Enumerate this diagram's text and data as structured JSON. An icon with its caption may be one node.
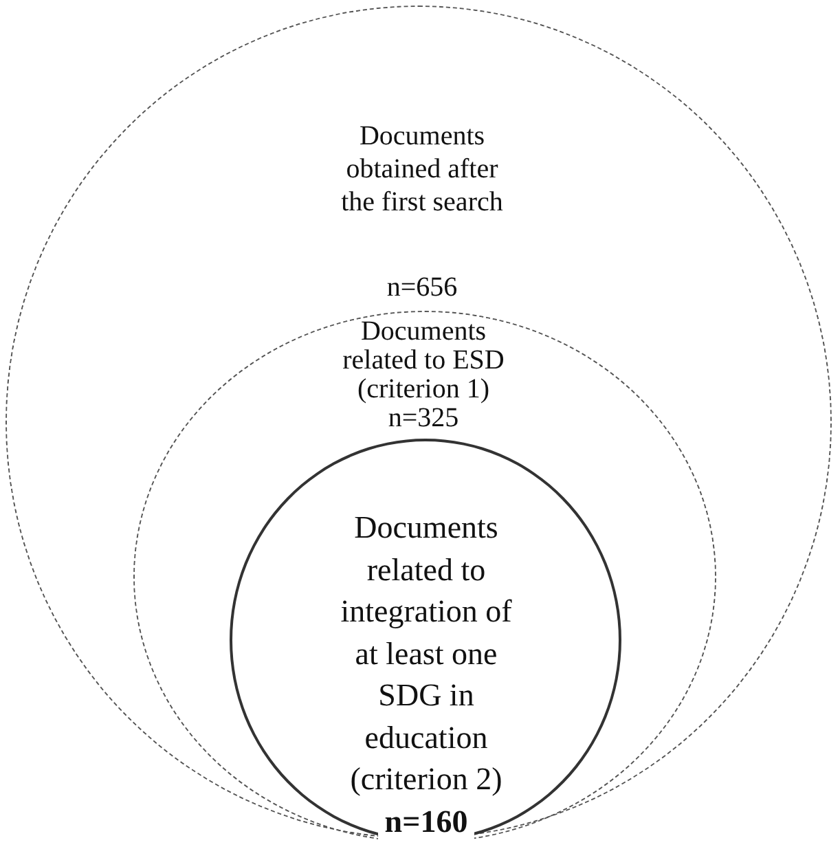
{
  "diagram": {
    "nodes": [
      {
        "text": [
          "Documents obtained after the first search",
          "n=656"
        ]
      },
      {
        "text": [
          "Documents related to ESD (criterion 1)",
          "n=325"
        ],
        "in": 0
      },
      {
        "text": [
          "Documents related to integration of at least one SDG in education (criterion 2)",
          "n=160"
        ],
        "in": 1
      }
    ]
  }
}
